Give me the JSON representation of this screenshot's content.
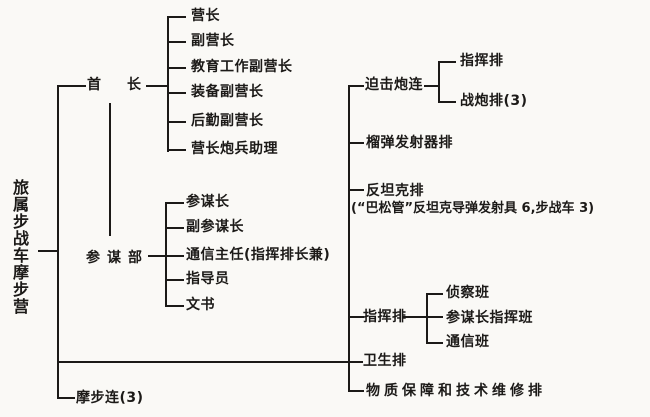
{
  "colors": {
    "ink": "#1c1a18",
    "bg": "#faf9f6"
  },
  "root": {
    "label": "旅属步战车摩步营"
  },
  "headquarters": {
    "label": "首长",
    "children": [
      "营长",
      "副营长",
      "教育工作副营长",
      "装备副营长",
      "后勤副营长",
      "营长炮兵助理"
    ]
  },
  "staff_dept": {
    "label": "参谋部",
    "children": [
      "参谋长",
      "副参谋长",
      "通信主任(指挥排长兼)",
      "指导员",
      "文书"
    ]
  },
  "motorized_company": {
    "label": "摩步连(3)"
  },
  "mortar_company": {
    "label": "迫击炮连",
    "children": [
      "指挥排",
      "战炮排(3)"
    ]
  },
  "grenade_platoon": {
    "label": "榴弹发射器排"
  },
  "antitank_platoon": {
    "label": "反坦克排",
    "note": "(“巴松管”反坦克导弹发射具 6,步战车 3)"
  },
  "command_platoon": {
    "label": "指挥排",
    "children": [
      "侦察班",
      "参谋长指挥班",
      "通信班"
    ]
  },
  "medical_platoon": {
    "label": "卫生排"
  },
  "support_platoon": {
    "label": "物质保障和技术维修排"
  }
}
